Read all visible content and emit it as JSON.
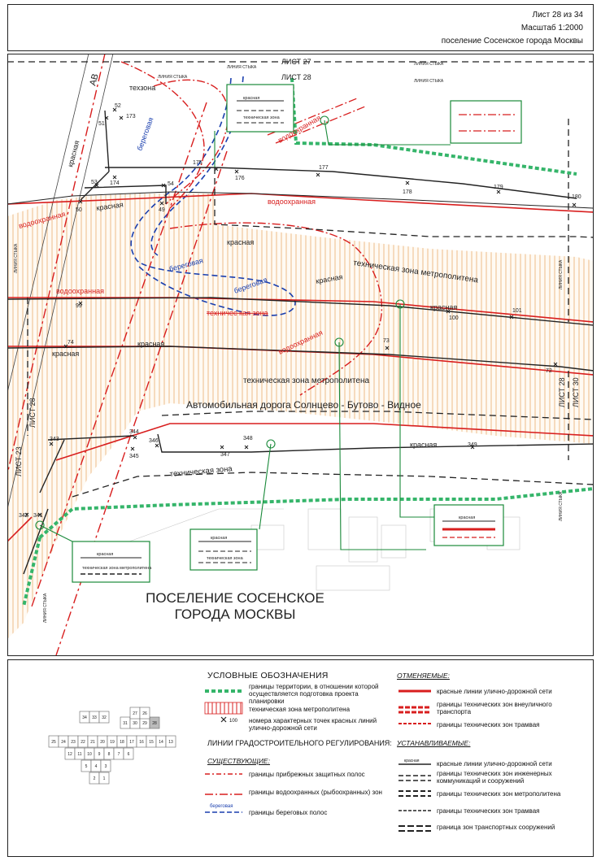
{
  "header": {
    "sheet": "Лист 28 из 34",
    "scale": "Масштаб 1:2000",
    "settlement": "поселение Сосенское города Москвы"
  },
  "map": {
    "big_label_line1": "ПОСЕЛЕНИЕ СОСЕНСКОЕ",
    "big_label_line2": "ГОРОДА МОСКВЫ",
    "road_label": "Автомобильная дорога Солнцево - Бутово - Видное",
    "sheet_top_27": "ЛИСТ 27",
    "sheet_top_28": "ЛИСТ 28",
    "sheet_left_23": "ЛИСТ 23",
    "sheet_left_28": "ЛИСТ 28",
    "sheet_right_28": "ЛИСТ 28",
    "sheet_right_30": "ЛИСТ 30",
    "joint_line": "ЛИНИЯ СТЫКА",
    "av": "АВ",
    "labels": {
      "texzona": "техзона",
      "krasnaya": "красная",
      "beregovaya": "береговая",
      "vodoohrannaya": "водоохранная",
      "tech_metro": "техническая зона метрополитена",
      "tech_zone": "техническая зона",
      "cancelled_tech": "техничес кая зона"
    },
    "points": [
      "51",
      "52",
      "173",
      "175",
      "176",
      "177",
      "178",
      "179",
      "180",
      "53",
      "174",
      "54",
      "50",
      "49",
      "99",
      "100",
      "101",
      "73",
      "74",
      "72",
      "343",
      "344",
      "345",
      "346",
      "347",
      "348",
      "349",
      "342",
      "341"
    ],
    "inset_labels": {
      "krasnaya": "красная",
      "tech_zone": "техническая зона",
      "tech_metro_zone": "техническая зона метрополитена"
    }
  },
  "legend": {
    "title": "УСЛОВНЫЕ ОБОЗНАЧЕНИЯ",
    "territory": "границы территории, в отношении которой осуществляется подготовка проекта планировки",
    "tech_metro": "техническая зона метрополитена",
    "point_number": "100",
    "point_desc": "номера характерных точек красных линий улично-дорожной сети",
    "reg_lines": "ЛИНИИ ГРАДОСТРОИТЕЛЬНОГО РЕГУЛИРОВАНИЯ:",
    "existing": "СУЩЕСТВУЮЩИЕ:",
    "coastal_protect": "границы прибрежных защитных полос",
    "water_protect": "границы водоохранных (рыбоохранных) зон",
    "coast_strip_sample": "береговая",
    "coast_strip": "границы береговых полос",
    "cancelled": "ОТМЕНЯЕМЫЕ:",
    "c_red": "красные линии улично-дорожной сети",
    "c_offstreet": "границы технических зон внеуличного транспорта",
    "c_tram": "границы технических зон трамвая",
    "established": "УСТАНАВЛИВАЕМЫЕ:",
    "e_red_sample": "красная",
    "e_red": "красные линии улично-дорожной сети",
    "e_eng": "границы технических зон инженерных коммуникаций и сооружений",
    "e_metro": "границы технических зон метрополитена",
    "e_tram": "границы технических зон трамвая",
    "e_transport": "граница зон транспортных сооружений"
  },
  "keymap": {
    "cells": [
      "34",
      "33",
      "32",
      "31",
      "30",
      "29",
      "28",
      "27",
      "26",
      "25",
      "24",
      "23",
      "22",
      "21",
      "20",
      "19",
      "18",
      "17",
      "16",
      "15",
      "14",
      "13",
      "12",
      "11",
      "10",
      "9",
      "8",
      "7",
      "6",
      "5",
      "4",
      "3",
      "2",
      "1"
    ]
  },
  "colors": {
    "red": "#d81e1e",
    "green": "#1a8a3a",
    "territory": "#35b56a",
    "blue": "#1a3fae",
    "hatch": "#f1c79a"
  }
}
